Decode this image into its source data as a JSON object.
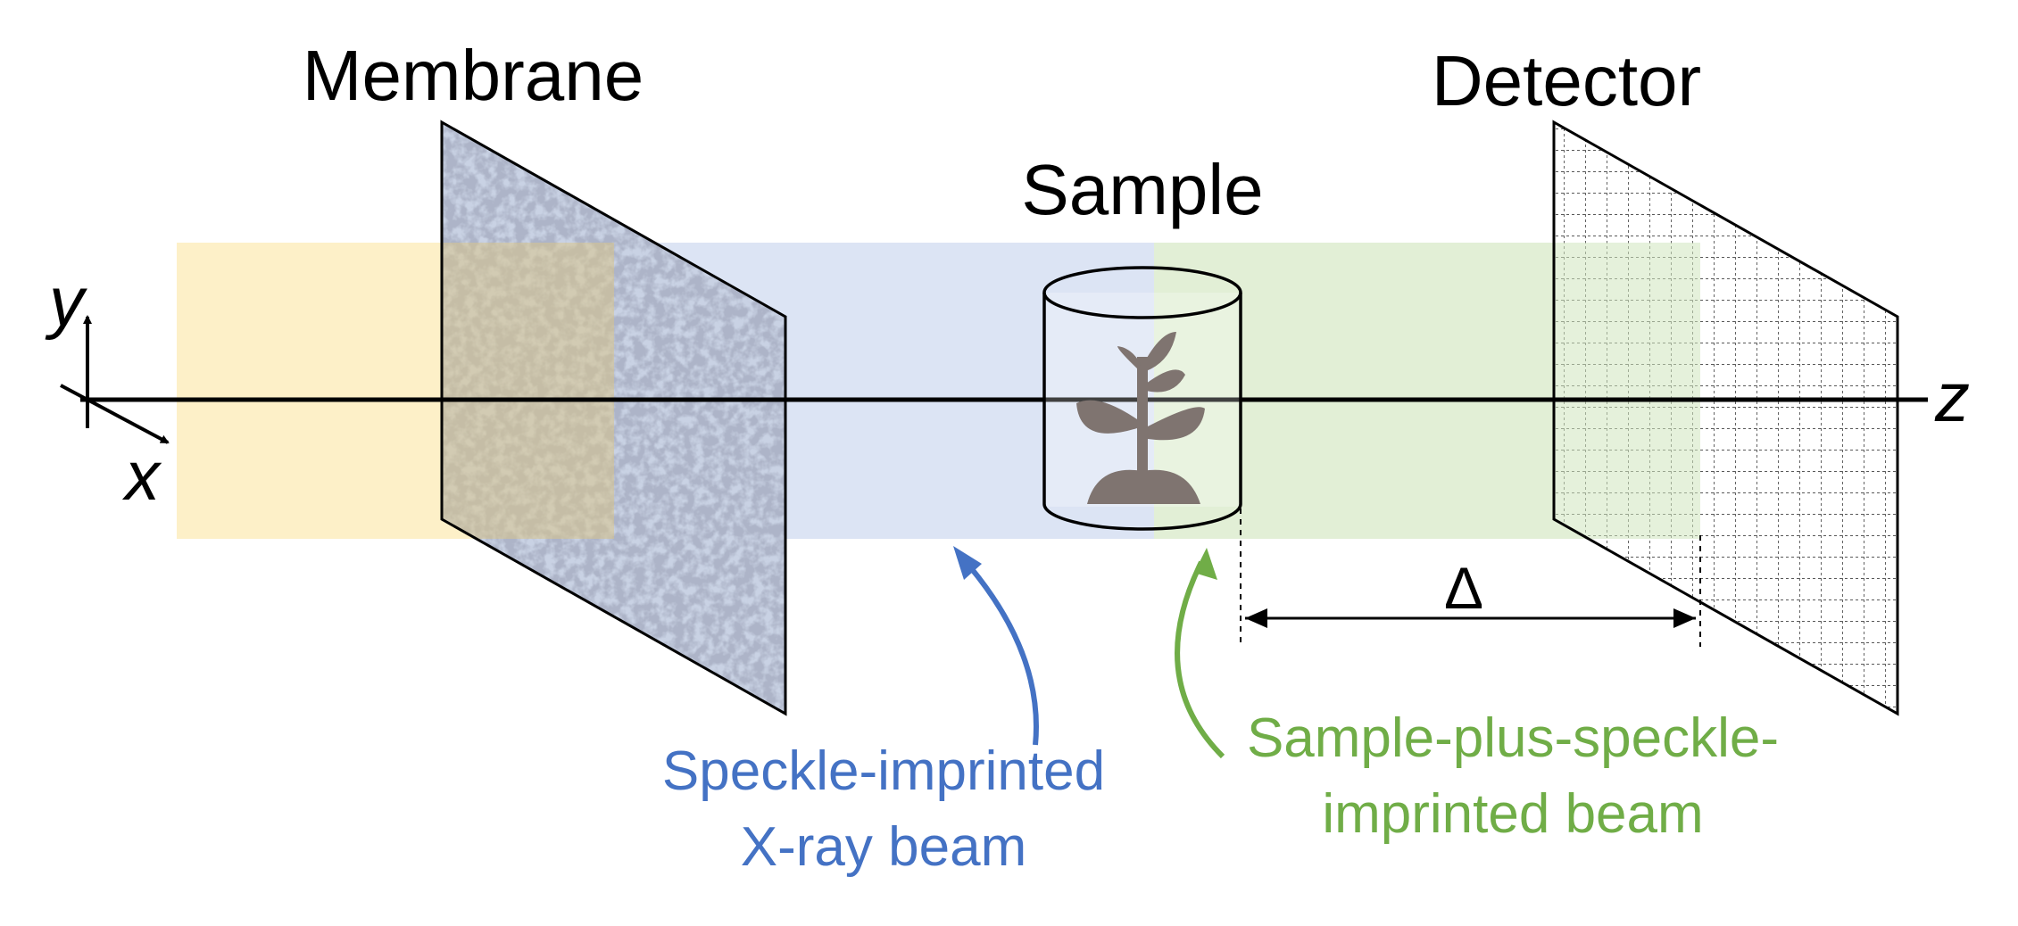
{
  "labels": {
    "membrane": "Membrane",
    "sample": "Sample",
    "detector": "Detector",
    "delta": "Δ"
  },
  "axes": {
    "x": "x",
    "y": "y",
    "z": "z"
  },
  "captions": {
    "speckle_line1": "Speckle-imprinted",
    "speckle_line2": "X-ray beam",
    "sample_plus_line1": "Sample-plus-speckle-",
    "sample_plus_line2": "imprinted beam"
  },
  "colors": {
    "incident_beam": "#fdf0c8",
    "speckle_beam": "#dce4f4",
    "sample_beam": "#e2efd6",
    "speckle_text": "#4472c4",
    "sample_text": "#70ad47",
    "ink": "#000000"
  }
}
